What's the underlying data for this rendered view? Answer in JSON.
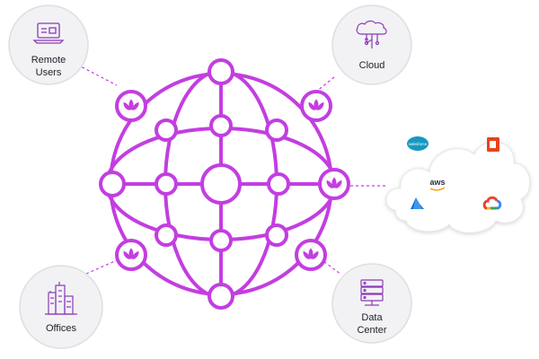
{
  "labels": {
    "remote_line1": "Remote",
    "remote_line2": "Users",
    "cloud": "Cloud",
    "offices": "Offices",
    "datacenter_line1": "Data",
    "datacenter_line2": "Center"
  },
  "cloud_providers": {
    "salesforce": "salesforce",
    "aws": "aws"
  },
  "colors": {
    "accent": "#c33ee0",
    "node_fill": "#ffffff",
    "circle_bg": "#f2f2f4",
    "circle_border": "#dedee3",
    "dash": "#c33ee0",
    "text": "#1e1e2a",
    "icon": "#8a3ab8"
  },
  "icons": {
    "remote_users": "laptop-icon",
    "cloud": "circuit-tree-icon",
    "offices": "buildings-icon",
    "data_center": "server-rack-icon",
    "network_node": "lotus-icon"
  }
}
